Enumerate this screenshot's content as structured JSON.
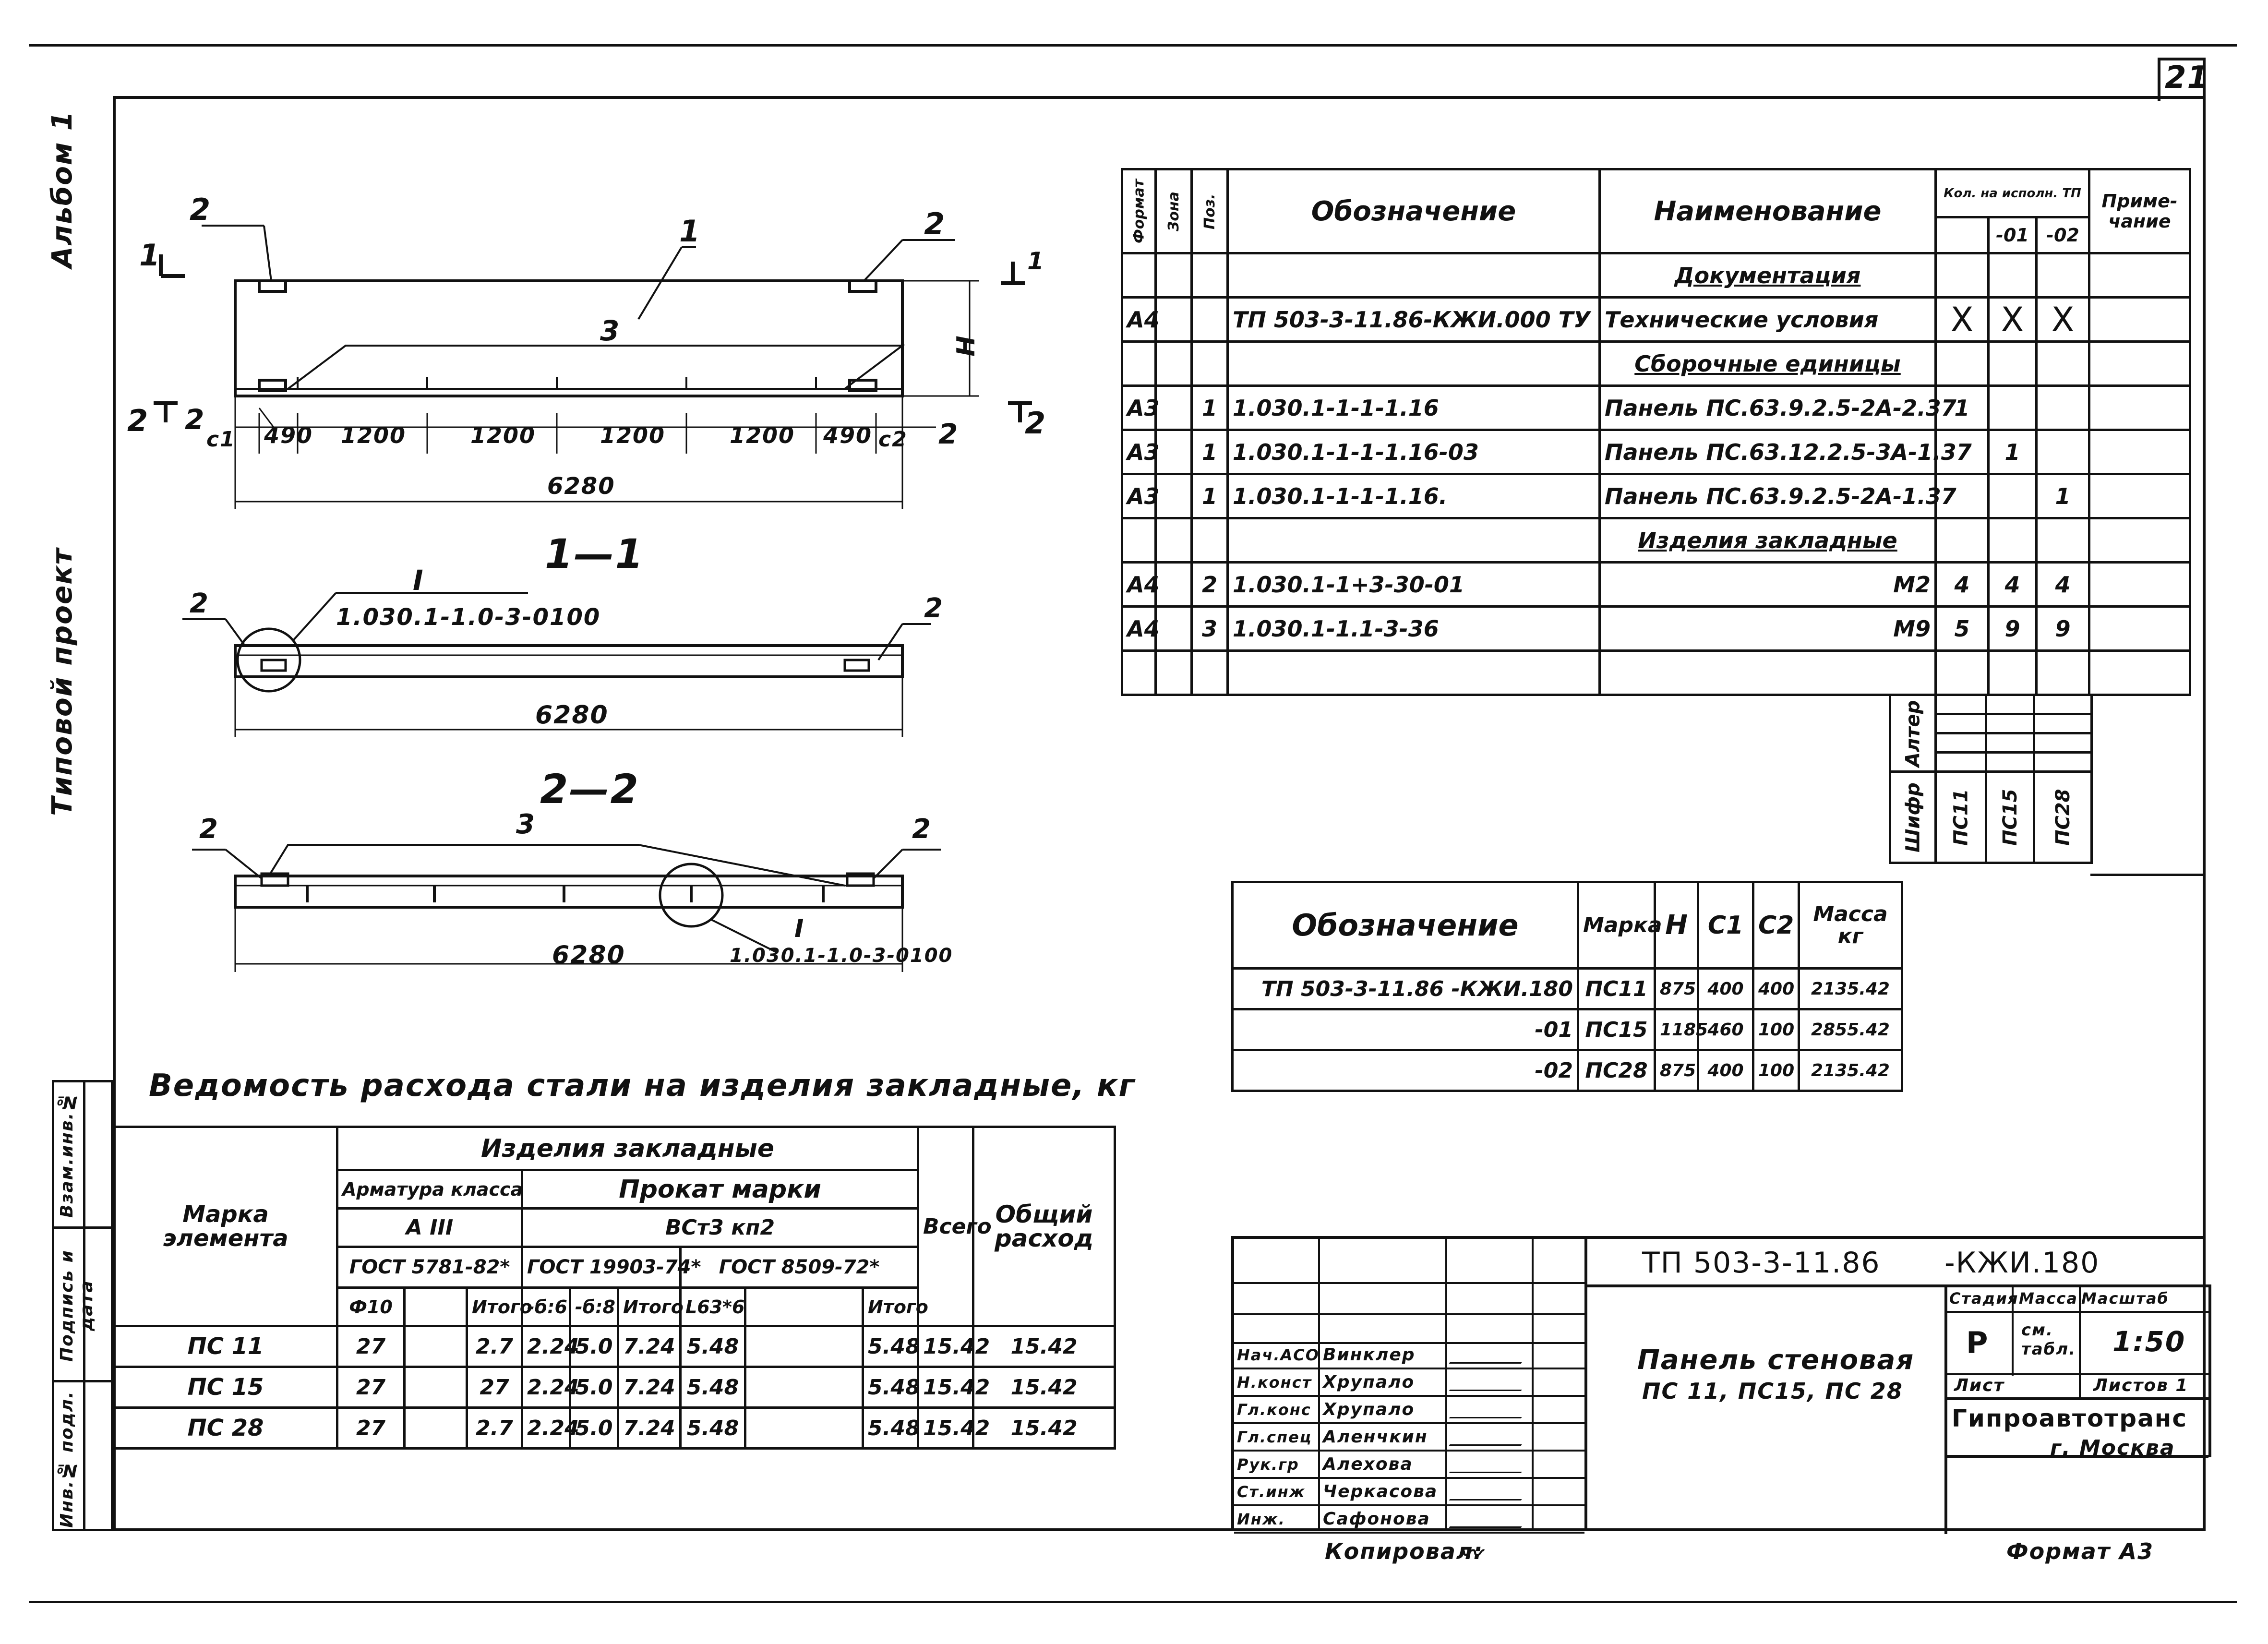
{
  "sheet_number": "21",
  "side_labels": {
    "album": "Альбом 1",
    "project": "Типовой проект"
  },
  "left_stamp": [
    "Инв.№ подл.",
    "Подпись и дата",
    "Взам.инв.№"
  ],
  "drawing": {
    "pos_1": "1",
    "pos_2": "2",
    "pos_3": "3",
    "section_1": "1",
    "section_2": "2",
    "dim_c1": "c1",
    "dim_c2": "c2",
    "dim_H": "H",
    "dims_top": [
      "490",
      "1200",
      "1200",
      "1200",
      "1200",
      "490"
    ],
    "overall_length": "6280",
    "section_1_title": "1—1",
    "section_2_title": "2—2",
    "node_label": "I",
    "node_ref": "1.030.1-1.0-3-0100"
  },
  "spec_table": {
    "headers": {
      "format": "Формат",
      "zone": "Зона",
      "pos": "Поз.",
      "designation": "Обозначение",
      "name": "Наименование",
      "qty": "Кол. на исполн.",
      "qty_tp": "ТП",
      "qty_01": "-01",
      "qty_02": "-02",
      "note": "Приме-чание"
    },
    "rows": [
      {
        "format": "",
        "pos": "",
        "designation": "",
        "name": "Документация",
        "section": true,
        "q0": "",
        "q1": "",
        "q2": ""
      },
      {
        "format": "А4",
        "pos": "",
        "designation": "ТП 503-3-11.86-КЖИ.000 ТУ",
        "name": "Технические условия",
        "q0": "X",
        "q1": "X",
        "q2": "X"
      },
      {
        "format": "",
        "pos": "",
        "designation": "",
        "name": "Сборочные единицы",
        "section": true,
        "q0": "",
        "q1": "",
        "q2": ""
      },
      {
        "format": "А3",
        "pos": "1",
        "designation": "1.030.1-1-1-1.16",
        "name": "Панель ПС.63.9.2.5-2А-2.37",
        "q0": "1",
        "q1": "",
        "q2": ""
      },
      {
        "format": "А3",
        "pos": "1",
        "designation": "1.030.1-1-1-1.16-03",
        "name": "Панель ПС.63.12.2.5-3А-1.37",
        "q0": "",
        "q1": "1",
        "q2": ""
      },
      {
        "format": "А3",
        "pos": "1",
        "designation": "1.030.1-1-1-1.16.",
        "name": "Панель ПС.63.9.2.5-2А-1.37",
        "q0": "",
        "q1": "",
        "q2": "1"
      },
      {
        "format": "",
        "pos": "",
        "designation": "",
        "name": "Изделия закладные",
        "section": true,
        "q0": "",
        "q1": "",
        "q2": ""
      },
      {
        "format": "А4",
        "pos": "2",
        "designation": "1.030.1-1+3-30-01",
        "name": "М2",
        "right": true,
        "q0": "4",
        "q1": "4",
        "q2": "4"
      },
      {
        "format": "А4",
        "pos": "3",
        "designation": "1.030.1-1.1-3-36",
        "name": "М9",
        "right": true,
        "q0": "5",
        "q1": "9",
        "q2": "9"
      },
      {
        "format": "",
        "pos": "",
        "designation": "",
        "name": "",
        "q0": "",
        "q1": "",
        "q2": ""
      }
    ]
  },
  "cipher_block": {
    "apter": "Алтер",
    "shifr": "Шифр",
    "values": [
      "ПС11",
      "ПС15",
      "ПС28"
    ]
  },
  "marks_table": {
    "headers": [
      "Обозначение",
      "Марка",
      "H",
      "C1",
      "C2",
      "Масса кг"
    ],
    "rows": [
      [
        "ТП 503-3-11.86 -КЖИ.180",
        "ПС11",
        "875",
        "400",
        "400",
        "2135.42"
      ],
      [
        "-01",
        "ПС15",
        "1185",
        "460",
        "100",
        "2855.42"
      ],
      [
        "-02",
        "ПС28",
        "875",
        "400",
        "100",
        "2135.42"
      ]
    ]
  },
  "steel_table": {
    "title": "Ведомость расхода стали на изделия закладные, кг",
    "h_items": "Изделия закладные",
    "h_mark": "Марка элемента",
    "h_armature": "Арматура класса",
    "h_rolled": "Прокат марки",
    "h_a3": "А III",
    "h_vst": "ВСт3 кп2",
    "h_gost1": "ГОСТ 5781-82*",
    "h_gost2": "ГОСТ 19903-74*",
    "h_gost3": "ГОСТ 8509-72*",
    "h_total": "Всего",
    "h_general": "Общий расход",
    "sub": [
      "Ф10",
      "",
      "Итого",
      "-б:6",
      "-б:8",
      "Итого",
      "L63*6",
      "",
      "Итого"
    ],
    "rows": [
      [
        "ПС 11",
        "27",
        "",
        "2.7",
        "2.24",
        "5.0",
        "7.24",
        "5.48",
        "",
        "5.48",
        "15.42",
        "15.42"
      ],
      [
        "ПС 15",
        "27",
        "",
        "27",
        "2.24",
        "5.0",
        "7.24",
        "5.48",
        "",
        "5.48",
        "15.42",
        "15.42"
      ],
      [
        "ПС 28",
        "27",
        "",
        "2.7",
        "2.24",
        "5.0",
        "7.24",
        "5.48",
        "",
        "5.48",
        "15.42",
        "15.42"
      ]
    ]
  },
  "title_block": {
    "code": "ТП 503-3-11.86",
    "code_suffix": "-КЖИ.180",
    "title_line1": "Панель стеновая",
    "title_line2": "ПС 11, ПС15, ПС 28",
    "stage_h": "Стадия",
    "mass_h": "Масса",
    "scale_h": "Масштаб",
    "stage": "Р",
    "mass": "см. табл.",
    "scale": "1:50",
    "sheet_h": "Лист",
    "sheets_h": "Листов 1",
    "org": "Гипроавтотранс",
    "city": "г. Москва",
    "people": [
      [
        "Нач.АСО",
        "Винклер"
      ],
      [
        "Н.конст",
        "Хрупало"
      ],
      [
        "Гл.конс",
        "Хрупало"
      ],
      [
        "Гл.спец",
        "Аленчкин"
      ],
      [
        "Рук.гр",
        "Алехова"
      ],
      [
        "Ст.инж",
        "Черкасова"
      ],
      [
        "Инж.",
        "Сафонова"
      ]
    ]
  },
  "footer": {
    "copied": "Копировал:",
    "format": "Формат А3"
  }
}
